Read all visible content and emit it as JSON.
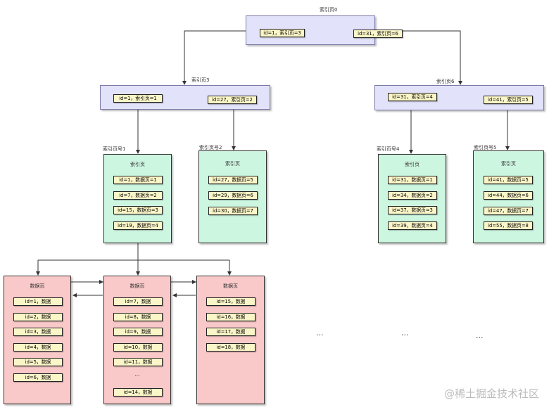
{
  "root": {
    "label": "索引页0",
    "entries": [
      "id=1，索引页=3",
      "id=31，索引页=6"
    ]
  },
  "level1": [
    {
      "label": "索引页3",
      "entries": [
        "id=1，索引页=1",
        "id=27，索引页=2"
      ]
    },
    {
      "label": "索引页6",
      "entries": [
        "id=31，索引页=4",
        "id=41，索引页=5"
      ]
    }
  ],
  "leaf_index_pages": [
    {
      "label": "索引页号1",
      "title": "索引页",
      "entries": [
        "id=1，数据页=1",
        "id=7，数据页=2",
        "id=15，数据页=3",
        "id=19，数据页=4"
      ]
    },
    {
      "label": "索引页号2",
      "title": "索引页",
      "entries": [
        "id=27，数据页=5",
        "id=29，数据页=6",
        "id=30，数据页=7"
      ]
    },
    {
      "label": "索引页号4",
      "title": "索引页",
      "entries": [
        "id=31，数据页=1",
        "id=34，数据页=2",
        "id=37，数据页=3",
        "id=39，数据页=4"
      ]
    },
    {
      "label": "索引页号5",
      "title": "索引页",
      "entries": [
        "id=41，数据页=5",
        "id=44，数据页=6",
        "id=47，数据页=7",
        "id=55，数据页=8"
      ]
    }
  ],
  "data_pages": [
    {
      "title": "数据页",
      "entries": [
        "id=1，数据",
        "id=2，数据",
        "id=3，数据",
        "id=4，数据",
        "id=5，数据",
        "id=6，数据"
      ]
    },
    {
      "title": "数据页",
      "entries": [
        "id=7，数据",
        "id=8，数据",
        "id=9，数据",
        "id=10，数据",
        "id=11，数据",
        "...",
        "id=14，数据"
      ]
    },
    {
      "title": "数据页",
      "entries": [
        "id=15，数据",
        "id=16，数据",
        "id=17，数据",
        "id=18，数据"
      ]
    }
  ],
  "ellipses": [
    "...",
    "...",
    "..."
  ],
  "watermark": "@稀土掘金技术社区"
}
